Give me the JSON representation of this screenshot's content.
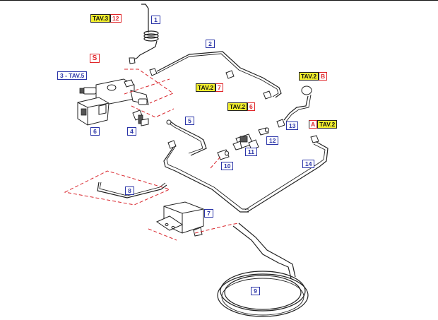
{
  "part_numbers": {
    "p1": "1",
    "p2": "2",
    "p3": "3 - TAV.5",
    "p4": "4",
    "p5": "5",
    "p6": "6",
    "p7": "7",
    "p8": "8",
    "p9": "9",
    "p10": "10",
    "p11": "11",
    "p12": "12",
    "p13": "13",
    "p14": "14"
  },
  "callouts": {
    "tav3_12": {
      "ref": "TAV.3",
      "num": "12"
    },
    "tav2_7": {
      "ref": "TAV.2",
      "num": "7"
    },
    "tav2_6": {
      "ref": "TAV.2",
      "num": "6"
    },
    "tav2_b": {
      "ref": "TAV.2",
      "num": "B"
    },
    "a_tav2": {
      "letter": "A",
      "ref": "TAV.2"
    },
    "s_label": "S"
  },
  "colors": {
    "part_box": "#2b35a8",
    "highlight": "#f2ef2d",
    "ref_red": "#e0262a",
    "dash": "#d9272e",
    "line": "#222222"
  }
}
